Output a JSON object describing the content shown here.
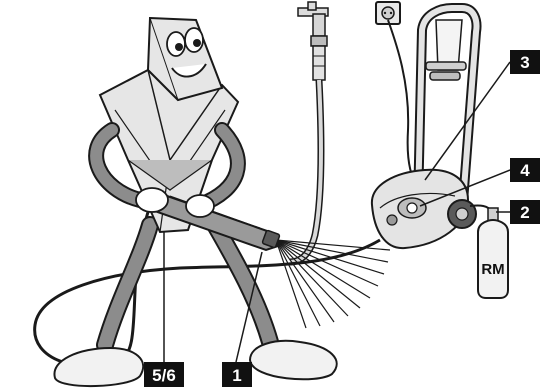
{
  "callouts": [
    {
      "id": "c1",
      "label": "1"
    },
    {
      "id": "c2",
      "label": "2"
    },
    {
      "id": "c3",
      "label": "3"
    },
    {
      "id": "c4",
      "label": "4"
    },
    {
      "id": "c56",
      "label": "5/6"
    }
  ],
  "detergent_bottle": {
    "label": "RM"
  },
  "colors": {
    "outline": "#1a1a1a",
    "callout_bg": "#111111",
    "callout_text": "#ffffff",
    "body_light": "#e6e6e6",
    "body_mid": "#bdbdbd",
    "body_dark": "#8c8c8c"
  }
}
